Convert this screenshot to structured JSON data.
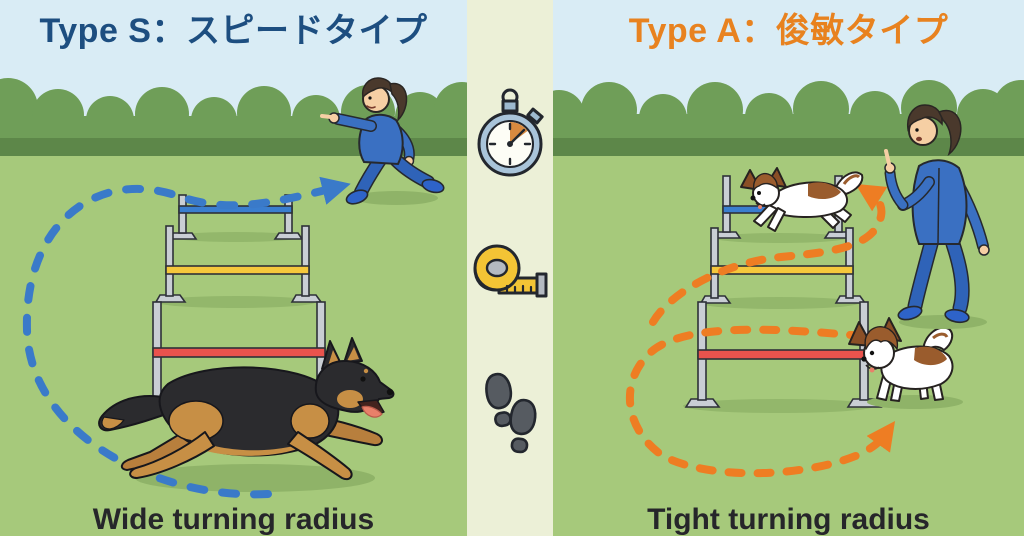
{
  "left_panel": {
    "title": "Type S：スピードタイプ",
    "caption": "Wide turning radius",
    "title_color": "#1d4e80",
    "path_color": "#3a7ac9",
    "path_style": "wide-arc-dashed",
    "dog_breed_icon": "german-shepherd-dog",
    "handler_icon": "running-handler-woman"
  },
  "right_panel": {
    "title": "Type A：俊敏タイプ",
    "caption": "Tight turning radius",
    "title_color": "#e8821f",
    "path_color": "#ee7d23",
    "path_style": "tight-loops-dashed",
    "dog_breed_icon": "papillon-dog",
    "handler_icon": "pointing-handler-woman"
  },
  "center_column": {
    "background_color": "#ecf0d7",
    "icons": [
      {
        "name": "stopwatch-icon"
      },
      {
        "name": "measuring-tape-icon"
      },
      {
        "name": "footprints-icon"
      }
    ]
  },
  "scene_colors": {
    "sky": "#d9ecf5",
    "grass": "#a6c97b",
    "bush_light": "#6f9e58",
    "bush_dark": "#5d8749",
    "hurdle_post": "#c9ced4",
    "hurdle_bar_blue": "#3a7ecf",
    "hurdle_bar_yellow": "#f5c83c",
    "hurdle_bar_red": "#e9534d"
  }
}
